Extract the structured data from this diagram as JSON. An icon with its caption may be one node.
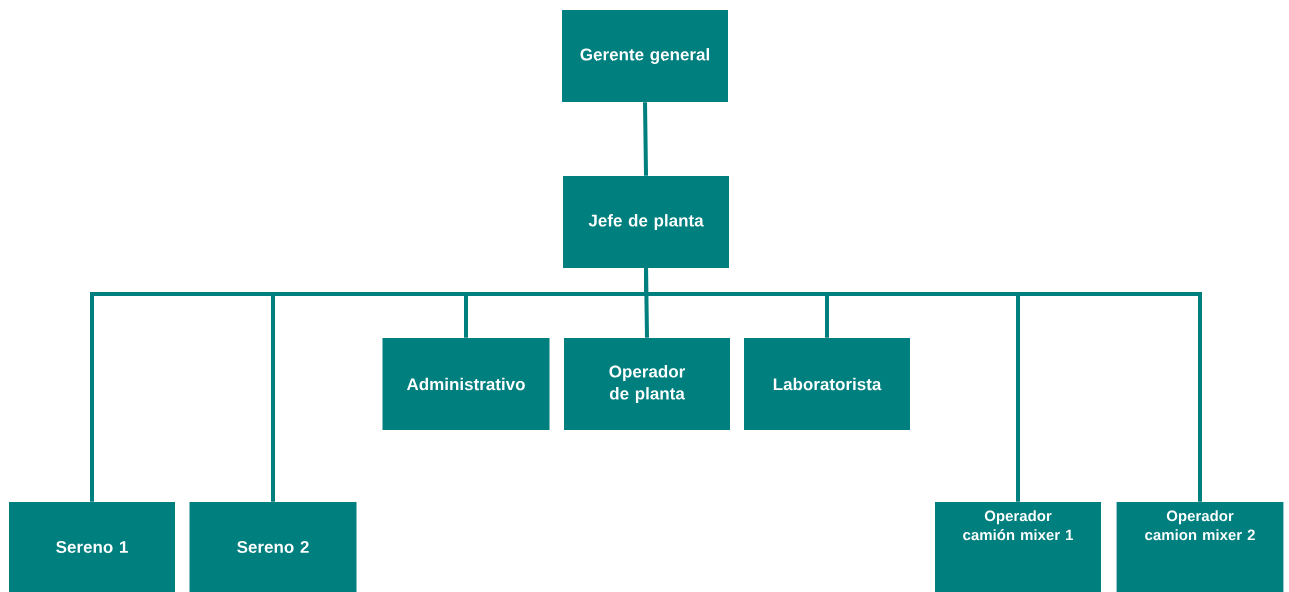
{
  "diagram": {
    "nodes": [
      {
        "text": [
          "Gerente general"
        ]
      },
      {
        "text": [
          "Jefe de planta"
        ]
      },
      {
        "text": [
          "Administrativo"
        ]
      },
      {
        "text": [
          "Operador de planta"
        ]
      },
      {
        "text": [
          "Laboratorista"
        ]
      },
      {
        "text": [
          "Sereno 1"
        ]
      },
      {
        "text": [
          "Sereno 2"
        ]
      },
      {
        "text": [
          "Operador camión mixer 1"
        ]
      },
      {
        "text": [
          "Operador camion mixer 2"
        ]
      }
    ],
    "edges": [
      {
        "from": 0,
        "to": 1,
        "arrow": "none"
      },
      {
        "from": 1,
        "to": 5,
        "arrow": "none"
      },
      {
        "from": 1,
        "to": 6,
        "arrow": "none"
      },
      {
        "from": 1,
        "to": 2,
        "arrow": "none"
      },
      {
        "from": 1,
        "to": 3,
        "arrow": "none"
      },
      {
        "from": 1,
        "to": 4,
        "arrow": "none"
      },
      {
        "from": 1,
        "to": 7,
        "arrow": "none"
      },
      {
        "from": 1,
        "to": 8,
        "arrow": "none"
      }
    ]
  }
}
